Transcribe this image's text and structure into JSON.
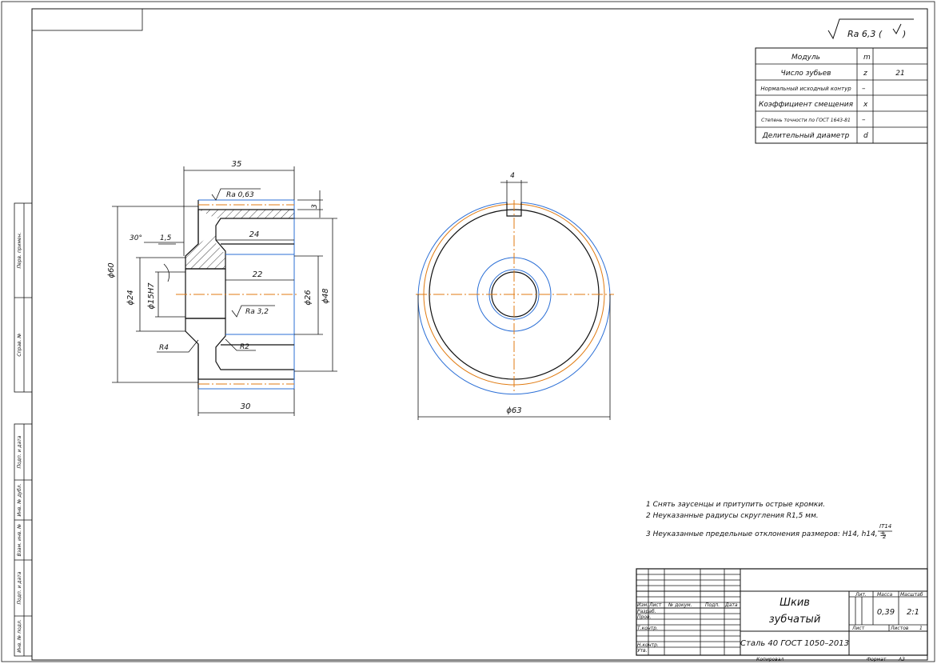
{
  "roughness": {
    "main": "Ra 6,3 (",
    "tail": ")"
  },
  "params_table": [
    {
      "name": "Модуль",
      "symbol": "m",
      "value": ""
    },
    {
      "name": "Число зубьев",
      "symbol": "z",
      "value": "21"
    },
    {
      "name": "Нормальный исходный контур",
      "symbol": "–",
      "value": ""
    },
    {
      "name": "Коэффициент смещения",
      "symbol": "x",
      "value": ""
    },
    {
      "name": "Степень точности по ГОСТ 1643-81",
      "symbol": "–",
      "value": ""
    },
    {
      "name": "Делительный диаметр",
      "symbol": "d",
      "value": ""
    }
  ],
  "section": {
    "dim_35": "35",
    "dim_3": "3",
    "dim_ra063": "Ra 0,63",
    "dim_30deg": "30°",
    "dim_15": "1,5",
    "dim_24": "24",
    "dim_22": "22",
    "dim_phi60": "ϕ60",
    "dim_phi24": "ϕ24",
    "dim_phi15": "ϕ15H7",
    "dim_phi26": "ϕ26",
    "dim_phi48": "ϕ48",
    "dim_ra32": "Ra 3,2",
    "dim_r4": "R4",
    "dim_r2": "R2",
    "dim_30": "30"
  },
  "front": {
    "dim_4": "4",
    "dim_phi63": "ϕ63"
  },
  "notes": {
    "n1": "1  Снять заусенцы и притупить острые кромки.",
    "n2": "2  Неуказанные радиусы скругления R1,5 мм.",
    "n3": "3  Неуказанные предельные отклонения размеров: H14, h14, ±",
    "frac_num": "IT14",
    "frac_den": "2"
  },
  "side_stamps": [
    "Перв. примен.",
    "Справ. №",
    "Подп. и дата",
    "Инв. № дубл.",
    "Взам. инв. №",
    "Подп. и дата",
    "Инв. № подл."
  ],
  "title_block": {
    "h_izm": "Изм.",
    "h_list": "Лист",
    "h_docnum": "№ докум.",
    "h_podp": "Подп.",
    "h_data": "Дата",
    "r_razrab": "Разраб.",
    "r_prov": "Пров.",
    "r_tkontr": "Т.контр.",
    "r_nkontr": "Н.контр.",
    "r_utv": "Утв.",
    "title_line1": "Шкив",
    "title_line2": "зубчатый",
    "material": "Сталь 40 ГОСТ 1050–2013",
    "h_lit": "Лит.",
    "h_massa": "Масса",
    "h_masshtab": "Масштаб",
    "massa": "0,39",
    "masshtab": "2:1",
    "list_label": "Лист",
    "listov_label": "Листов",
    "listov": "1",
    "kopiroval": "Копировал",
    "format_label": "Формат",
    "format": "A3"
  }
}
